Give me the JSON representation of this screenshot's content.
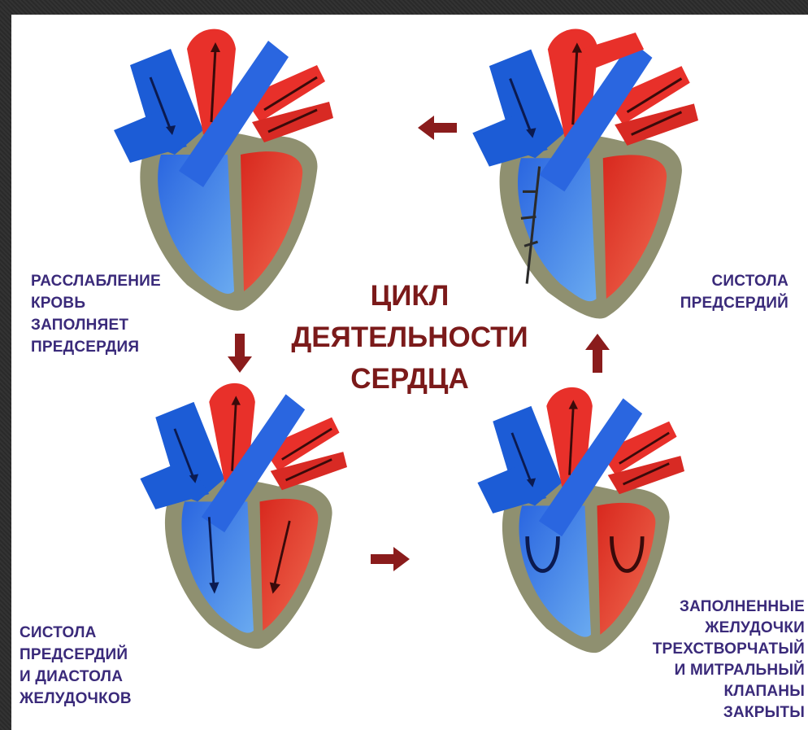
{
  "title": "ЦИКЛ\nДЕЯТЕЛЬНОСТИ\nСЕРДЦА",
  "colors": {
    "arterial": "#e8302a",
    "venous": "#1c5cd6",
    "wall": "#8f9070",
    "label": "#3a2a7a",
    "title": "#7b1a1a",
    "flow_arrow": "#8a1c1c"
  },
  "stages": [
    {
      "id": "top-left",
      "label": "РАССЛАБЛЕНИЕ\nКРОВЬ\nЗАПОЛНЯЕТ\nПРЕДСЕРДИЯ"
    },
    {
      "id": "top-right",
      "label": "СИСТОЛА\nПРЕДСЕРДИЙ"
    },
    {
      "id": "bottom-left",
      "label": "СИСТОЛА\nПРЕДСЕРДИЙ\nИ ДИАСТОЛА\nЖЕЛУДОЧКОВ"
    },
    {
      "id": "bottom-right",
      "label": "ЗАПОЛНЕННЫЕ\nЖЕЛУДОЧКИ\nТРЕХСТВОРЧАТЫЙ\nИ МИТРАЛЬНЫЙ\nКЛАПАНЫ\nЗАКРЫТЫ"
    }
  ],
  "flow_arrows": [
    "left",
    "down",
    "right",
    "up"
  ]
}
